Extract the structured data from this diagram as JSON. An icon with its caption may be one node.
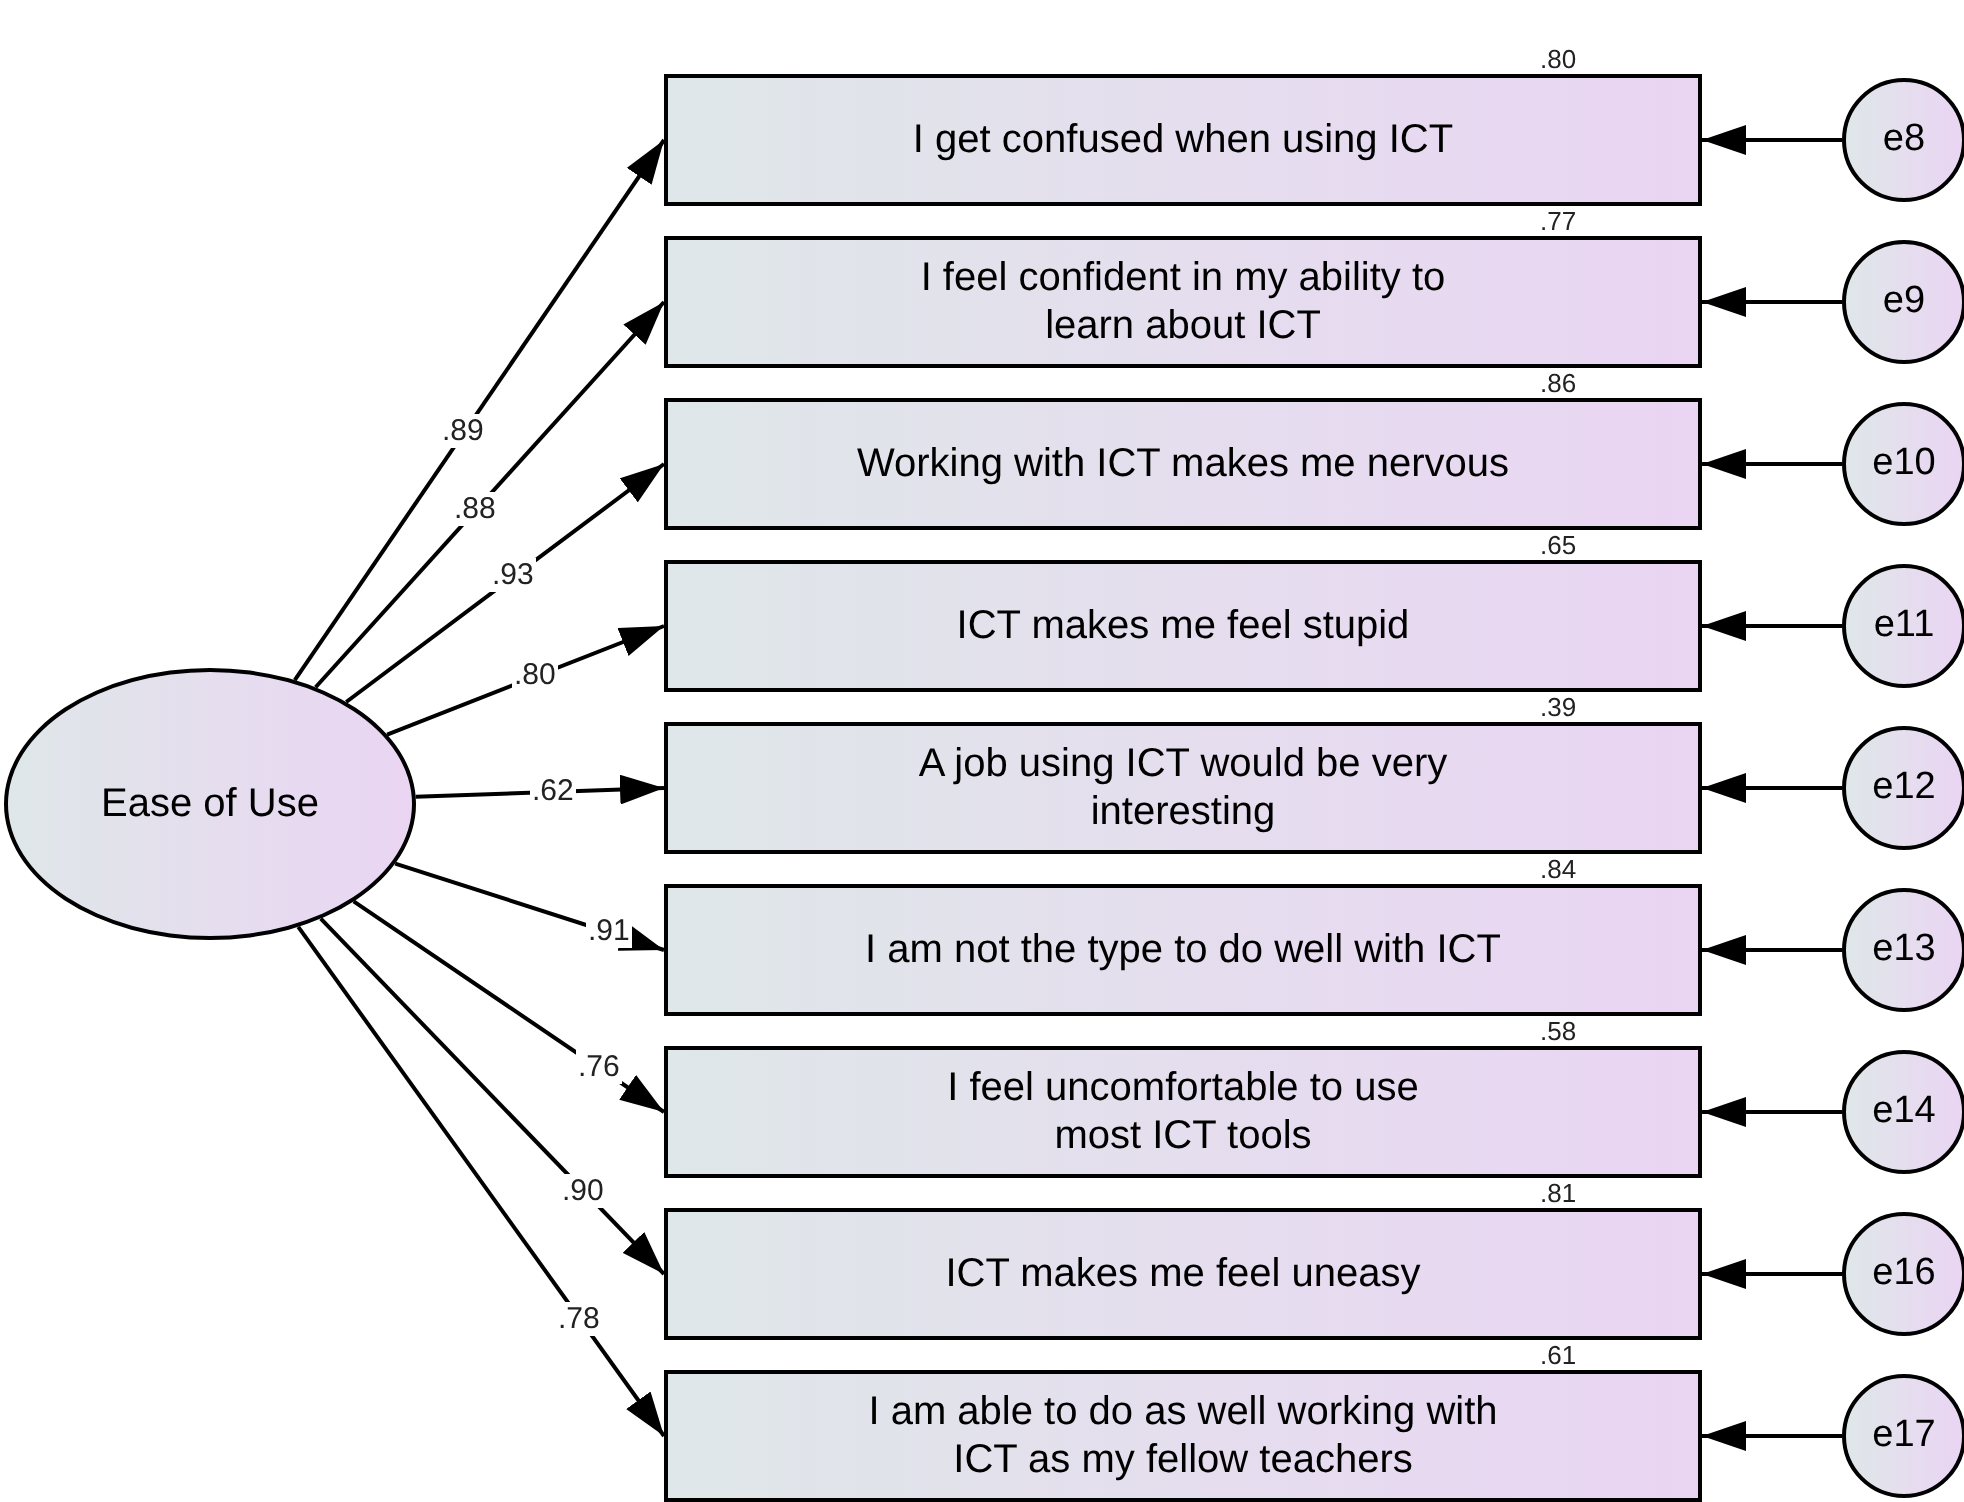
{
  "diagram": {
    "nodes": [
      {
        "text": [
          "Ease of Use"
        ]
      },
      {
        "text": [
          "I get confused when using ICT"
        ],
        "beside": [
          ".80"
        ]
      },
      {
        "text": [
          "I feel confident in my ability to learn about ICT"
        ],
        "beside": [
          ".77"
        ]
      },
      {
        "text": [
          "Working with ICT makes me nervous"
        ],
        "beside": [
          ".86"
        ]
      },
      {
        "text": [
          "ICT makes me feel stupid"
        ],
        "beside": [
          ".65"
        ]
      },
      {
        "text": [
          "A job using ICT would be very interesting"
        ],
        "beside": [
          ".39"
        ]
      },
      {
        "text": [
          "I am not the type to do well with ICT"
        ],
        "beside": [
          ".84"
        ]
      },
      {
        "text": [
          "I feel uncomfortable to use most ICT tools"
        ],
        "beside": [
          ".58"
        ]
      },
      {
        "text": [
          "ICT makes me feel uneasy"
        ],
        "beside": [
          ".81"
        ]
      },
      {
        "text": [
          "I am able to do as well working with ICT as my fellow teachers"
        ],
        "beside": [
          ".61"
        ]
      },
      {
        "text": [
          "e8"
        ]
      },
      {
        "text": [
          "e9"
        ]
      },
      {
        "text": [
          "e10"
        ]
      },
      {
        "text": [
          "e11"
        ]
      },
      {
        "text": [
          "e12"
        ]
      },
      {
        "text": [
          "e13"
        ]
      },
      {
        "text": [
          "e14"
        ]
      },
      {
        "text": [
          "e16"
        ]
      },
      {
        "text": [
          "e17"
        ]
      }
    ],
    "edges": [
      {
        "from": 0,
        "to": 1,
        "arrow": "to",
        "label": ".89"
      },
      {
        "from": 0,
        "to": 2,
        "arrow": "to",
        "label": ".88"
      },
      {
        "from": 0,
        "to": 3,
        "arrow": "to",
        "label": ".93"
      },
      {
        "from": 0,
        "to": 4,
        "arrow": "to",
        "label": ".80"
      },
      {
        "from": 0,
        "to": 5,
        "arrow": "to",
        "label": ".62"
      },
      {
        "from": 0,
        "to": 6,
        "arrow": "to",
        "label": ".91"
      },
      {
        "from": 0,
        "to": 7,
        "arrow": "to",
        "label": ".76"
      },
      {
        "from": 0,
        "to": 8,
        "arrow": "to",
        "label": ".90"
      },
      {
        "from": 0,
        "to": 9,
        "arrow": "to",
        "label": ".78"
      },
      {
        "from": 10,
        "to": 1,
        "arrow": "to"
      },
      {
        "from": 11,
        "to": 2,
        "arrow": "to"
      },
      {
        "from": 12,
        "to": 3,
        "arrow": "to"
      },
      {
        "from": 13,
        "to": 4,
        "arrow": "to"
      },
      {
        "from": 14,
        "to": 5,
        "arrow": "to"
      },
      {
        "from": 15,
        "to": 6,
        "arrow": "to"
      },
      {
        "from": 16,
        "to": 7,
        "arrow": "to"
      },
      {
        "from": 17,
        "to": 8,
        "arrow": "to"
      },
      {
        "from": 18,
        "to": 9,
        "arrow": "to"
      }
    ]
  }
}
